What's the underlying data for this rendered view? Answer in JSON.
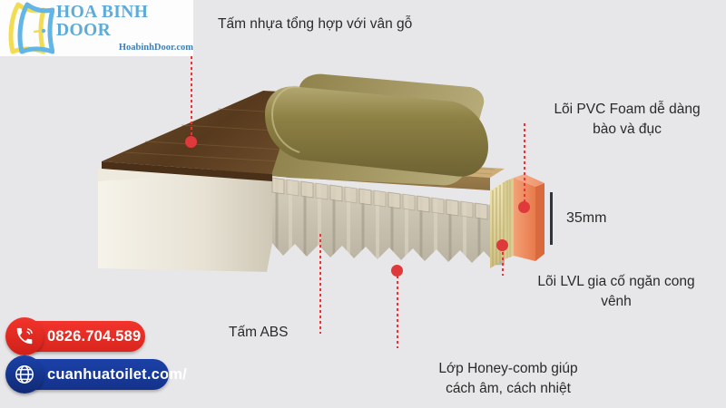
{
  "background_color": "#e7e7e9",
  "accent_color": "#e0393b",
  "brand": {
    "logo_icon": "door-logo-icon",
    "title": "HOA BINH DOOR",
    "subtitle": "HoabinhDoor.com",
    "title_color": "#5eaad8",
    "subtitle_color": "#3f7fb5"
  },
  "diagram": {
    "name": "door-cross-section-diagram",
    "layers": [
      {
        "id": "surface",
        "name": "wood-grain-surface-layer",
        "color": "#5e4326"
      },
      {
        "id": "peel",
        "name": "peeling-laminate-sheet",
        "color": "#8c7f48"
      },
      {
        "id": "abs",
        "name": "abs-board-layer",
        "color": "#c7a770"
      },
      {
        "id": "honeycomb",
        "name": "honeycomb-core-layer",
        "color": "#cdc6b4"
      },
      {
        "id": "lvl",
        "name": "lvl-reinforcement-layer",
        "color": "#ded4a2"
      },
      {
        "id": "pvcfoam",
        "name": "pvc-foam-core-layer",
        "color": "#ef8b60"
      }
    ]
  },
  "annotations": [
    {
      "id": "surface",
      "name": "annotation-wood-surface",
      "text": "Tấm nhựa tổng hợp với vân gỗ",
      "position": "top"
    },
    {
      "id": "pvcfoam",
      "name": "annotation-pvc-foam",
      "text": "Lõi PVC Foam dễ dàng\nbào và đục",
      "position": "right-top"
    },
    {
      "id": "lvl",
      "name": "annotation-lvl-core",
      "text": "Lõi LVL gia cố ngăn cong\nvênh",
      "position": "right-bottom"
    },
    {
      "id": "honeycomb",
      "name": "annotation-honeycomb",
      "text": "Lớp Honey-comb giúp\ncách âm, cách nhiệt",
      "position": "bottom-right"
    },
    {
      "id": "abs",
      "name": "annotation-abs-board",
      "text": "Tấm ABS",
      "position": "bottom-left"
    }
  ],
  "measurement": {
    "name": "thickness-measurement",
    "value": "35mm"
  },
  "contact": {
    "phone": {
      "icon": "phone-icon",
      "label": "0826.704.589",
      "color": "#e62b22"
    },
    "website": {
      "icon": "globe-icon",
      "label": "cuanhuatoilet.com/",
      "color": "#173a97"
    }
  }
}
